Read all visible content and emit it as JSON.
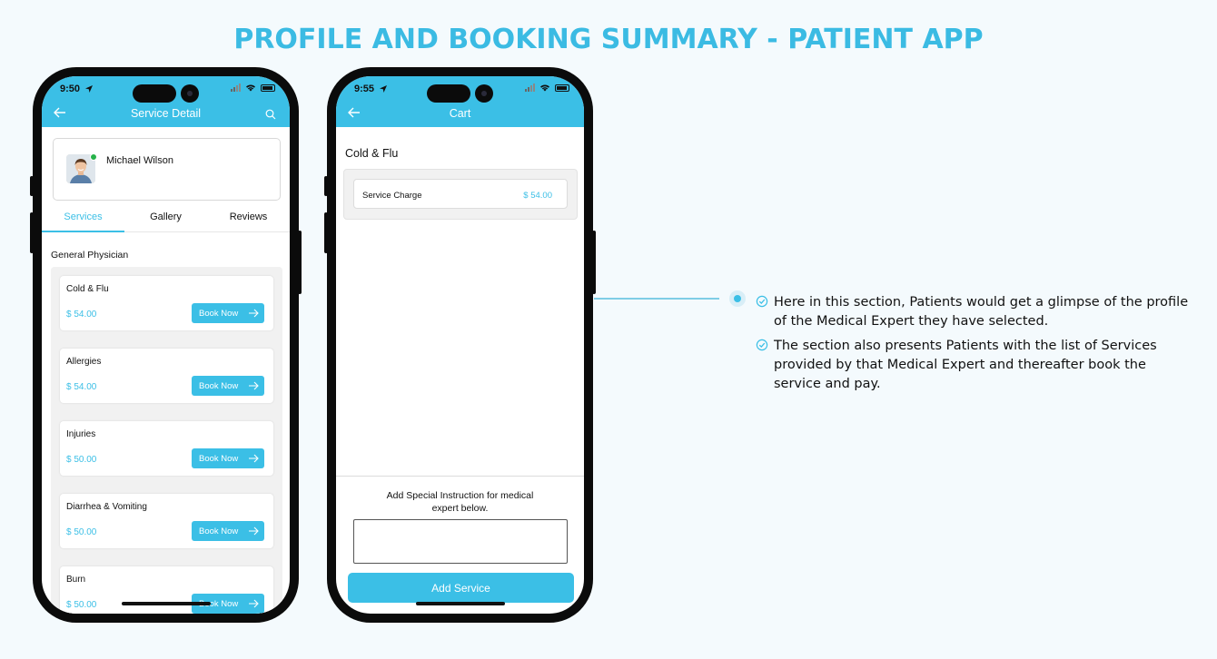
{
  "page": {
    "title": "PROFILE AND BOOKING SUMMARY - PATIENT APP"
  },
  "phone1": {
    "time": "9:50",
    "nav_title": "Service Detail",
    "doctor_name": "Michael Wilson",
    "tabs": [
      "Services",
      "Gallery",
      "Reviews"
    ],
    "active_tab": "Services",
    "section_label": "General Physician",
    "book_label": "Book Now",
    "services": [
      {
        "name": "Cold & Flu",
        "price": "$ 54.00"
      },
      {
        "name": "Allergies",
        "price": "$ 54.00"
      },
      {
        "name": "Injuries",
        "price": "$ 50.00"
      },
      {
        "name": "Diarrhea & Vomiting",
        "price": "$ 50.00"
      },
      {
        "name": "Burn",
        "price": "$ 50.00"
      }
    ]
  },
  "phone2": {
    "time": "9:55",
    "nav_title": "Cart",
    "cart_title": "Cold & Flu",
    "item_name": "Service Charge",
    "item_price": "$ 54.00",
    "instruction_label": "Add Special Instruction for medical expert below.",
    "instruction_value": "",
    "add_button": "Add Service"
  },
  "description": [
    "Here in this section, Patients would get a glimpse of the profile of the Medical Expert they have selected.",
    "The section also presents Patients with the list of Services provided by that Medical Expert and thereafter book the service and pay."
  ],
  "colors": {
    "accent": "#3bbfe6",
    "online": "#26b24a"
  }
}
